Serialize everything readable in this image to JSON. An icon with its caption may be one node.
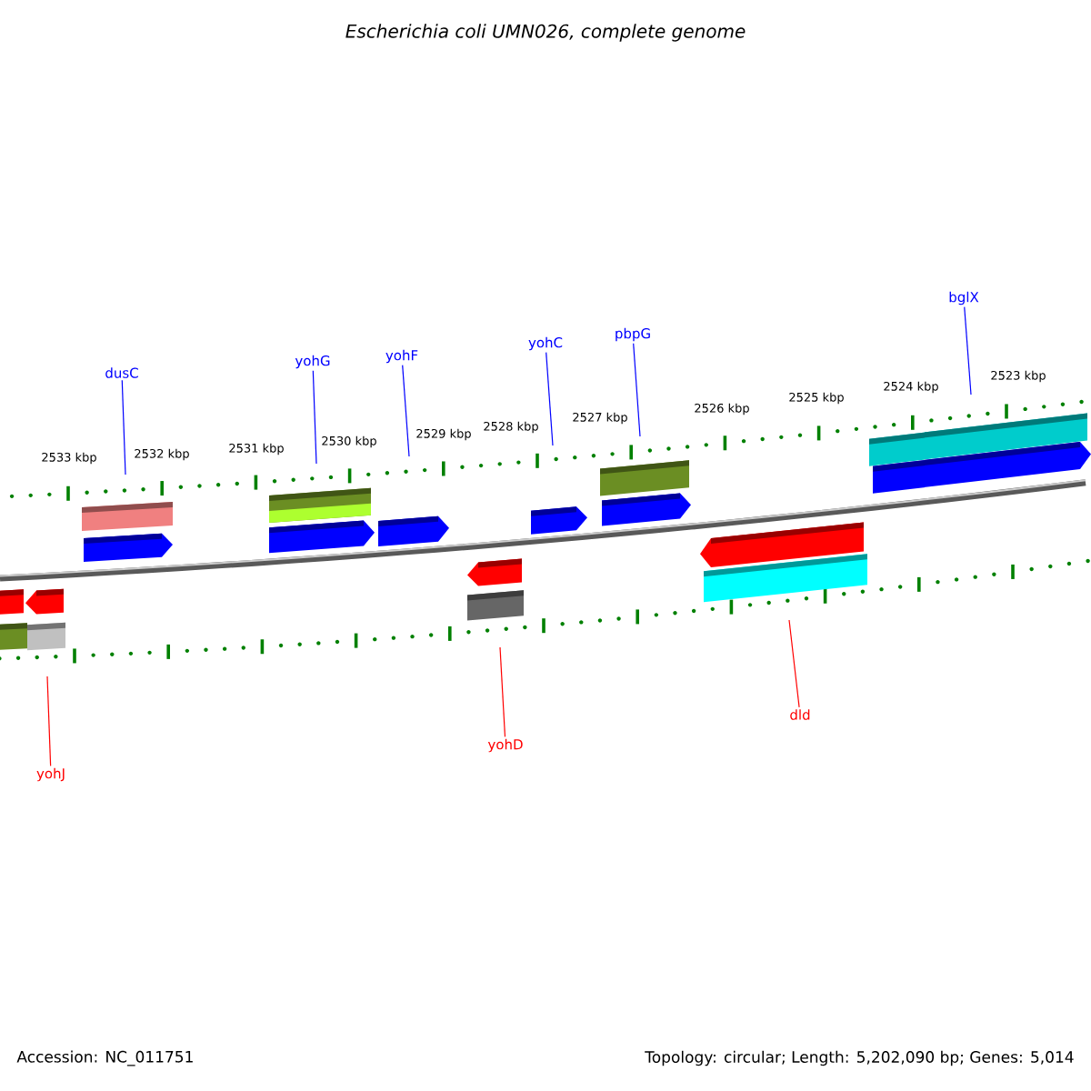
{
  "diagram": {
    "title": "Escherichia coli UMN026, complete genome",
    "nodes": [
      {
        "text": [
          "dusC"
        ]
      },
      {
        "text": [
          "yohG"
        ]
      },
      {
        "text": [
          "yohF"
        ]
      },
      {
        "text": [
          "yohC"
        ]
      },
      {
        "text": [
          "pbpG"
        ]
      },
      {
        "text": [
          "bglX"
        ]
      },
      {
        "text": [
          "yohJ"
        ]
      },
      {
        "text": [
          "yohD"
        ]
      },
      {
        "text": [
          "dld"
        ]
      }
    ],
    "edges": [
      {
        "from": 0,
        "to": null,
        "arrow": "none"
      },
      {
        "from": 1,
        "to": null,
        "arrow": "none"
      },
      {
        "from": 2,
        "to": null,
        "arrow": "none"
      },
      {
        "from": 3,
        "to": null,
        "arrow": "none"
      },
      {
        "from": 4,
        "to": null,
        "arrow": "none"
      },
      {
        "from": 5,
        "to": null,
        "arrow": "none"
      },
      {
        "from": 6,
        "to": null,
        "arrow": "none",
        "color": "#ff0000"
      },
      {
        "from": 7,
        "to": null,
        "arrow": "none",
        "color": "#ff0000"
      },
      {
        "from": 8,
        "to": null,
        "arrow": "none",
        "color": "#ff0000"
      }
    ],
    "labels": [
      "2533 kbp",
      "2532 kbp",
      "2531 kbp",
      "2530 kbp",
      "2529 kbp",
      "2528 kbp",
      "2527 kbp",
      "2526 kbp",
      "2525 kbp",
      "2524 kbp",
      "2523 kbp",
      "Accession: NC_011751",
      "Topology: circular; Length: 5,202,090 bp; Genes: 5,014"
    ]
  }
}
